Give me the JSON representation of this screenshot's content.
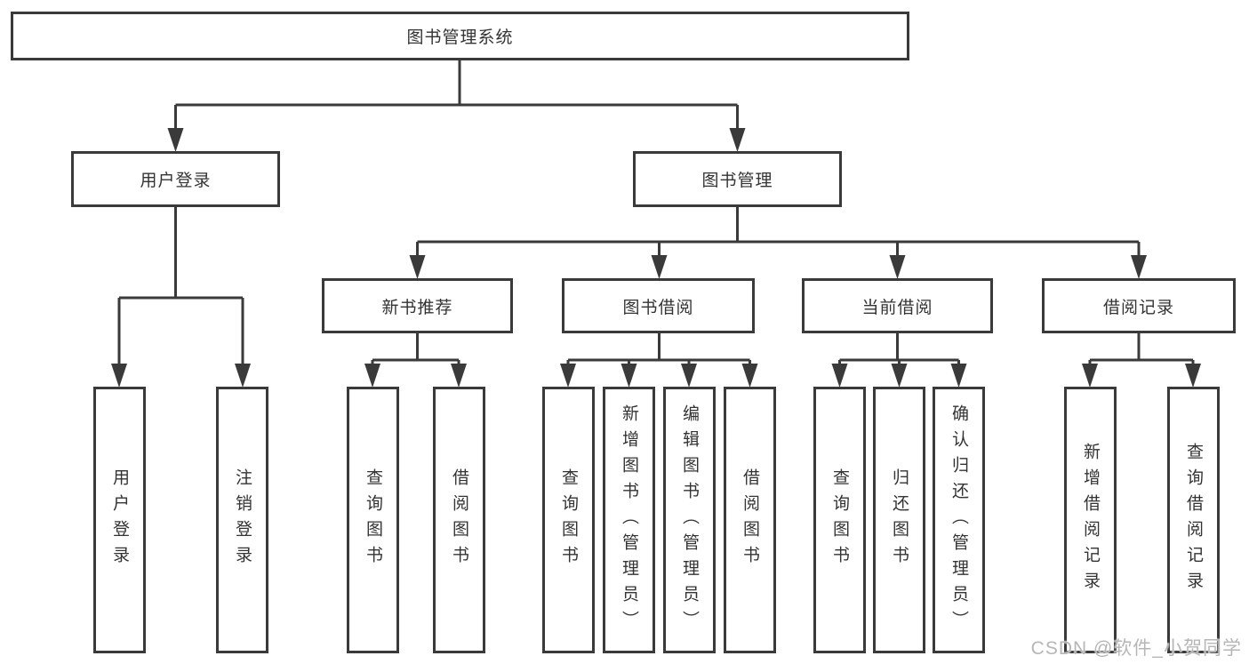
{
  "diagram": {
    "root": {
      "label": "图书管理系统"
    },
    "level2": [
      {
        "id": "user-login",
        "label": "用户登录"
      },
      {
        "id": "book-management",
        "label": "图书管理"
      }
    ],
    "level3": [
      {
        "id": "new-book-recommendation",
        "parent": "book-management",
        "label": "新书推荐"
      },
      {
        "id": "book-borrowing",
        "parent": "book-management",
        "label": "图书借阅"
      },
      {
        "id": "current-borrowing",
        "parent": "book-management",
        "label": "当前借阅"
      },
      {
        "id": "borrowing-records",
        "parent": "book-management",
        "label": "借阅记录"
      }
    ],
    "leaves": [
      {
        "parent": "user-login",
        "label": "用户登录"
      },
      {
        "parent": "user-login",
        "label": "注销登录"
      },
      {
        "parent": "new-book-recommendation",
        "label": "查询图书"
      },
      {
        "parent": "new-book-recommendation",
        "label": "借阅图书"
      },
      {
        "parent": "book-borrowing",
        "label": "查询图书"
      },
      {
        "parent": "book-borrowing",
        "label": "新增图书（管理员）"
      },
      {
        "parent": "book-borrowing",
        "label": "编辑图书（管理员）"
      },
      {
        "parent": "book-borrowing",
        "label": "借阅图书"
      },
      {
        "parent": "current-borrowing",
        "label": "查询图书"
      },
      {
        "parent": "current-borrowing",
        "label": "归还图书"
      },
      {
        "parent": "current-borrowing",
        "label": "确认归还（管理员）"
      },
      {
        "parent": "borrowing-records",
        "label": "新增借阅记录"
      },
      {
        "parent": "borrowing-records",
        "label": "查询借阅记录"
      }
    ],
    "watermark": "CSDN @软件_小贺同学",
    "colors": {
      "line": "#3a3a3a",
      "box_border": "#3a3a3a",
      "text": "#333333",
      "watermark": "#b6b6b6",
      "background": "#ffffff"
    }
  }
}
